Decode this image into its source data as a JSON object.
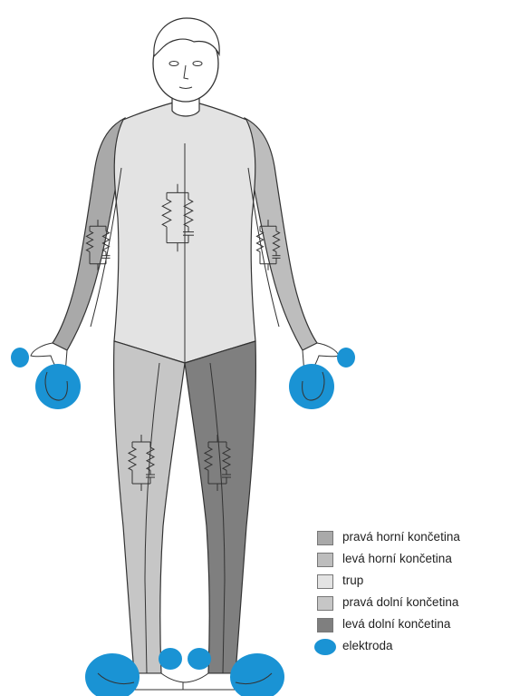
{
  "colors": {
    "right_arm": "#a9a9a9",
    "left_arm": "#bdbdbd",
    "trunk": "#e3e3e3",
    "right_leg": "#c6c6c6",
    "left_leg": "#7f7f7f",
    "electrode": "#1a93d4",
    "outline": "#333333"
  },
  "legend": [
    {
      "label": "pravá horní končetina",
      "color_key": "right_arm",
      "shape": "square"
    },
    {
      "label": "levá horní končetina",
      "color_key": "left_arm",
      "shape": "square"
    },
    {
      "label": "trup",
      "color_key": "trunk",
      "shape": "square"
    },
    {
      "label": "pravá dolní končetina",
      "color_key": "right_leg",
      "shape": "square"
    },
    {
      "label": "levá dolní končetina",
      "color_key": "left_leg",
      "shape": "square"
    },
    {
      "label": "elektroda",
      "color_key": "electrode",
      "shape": "circle"
    }
  ],
  "icons": {
    "body": "human-body-figure-icon",
    "resistor": "resistor-capacitor-icon",
    "electrode": "electrode-icon"
  }
}
